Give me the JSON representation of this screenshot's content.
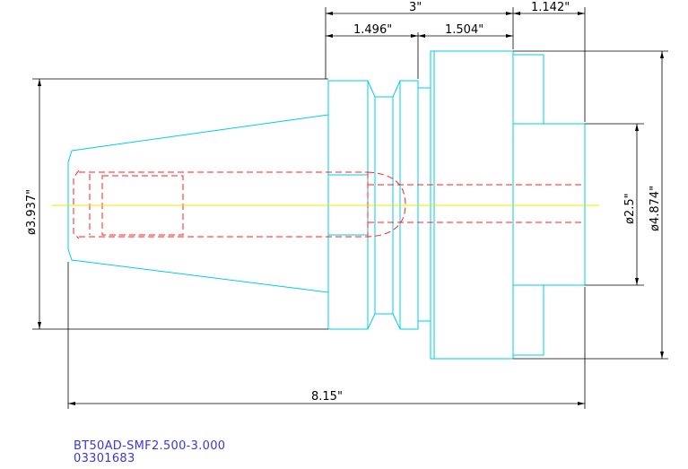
{
  "dimensions": {
    "overall_top": "3\"",
    "right_top": "1.142\"",
    "left_sub": "1.496\"",
    "right_sub": "1.504\"",
    "left_diameter": "ø3.937\"",
    "inner_diameter": "ø2.5\"",
    "outer_diameter": "ø4.874\"",
    "overall_length": "8.15\""
  },
  "caption": {
    "model": "BT50AD-SMF2.500-3.000",
    "part_number": "03301683"
  },
  "colors": {
    "outline": "#00cfe0",
    "hidden_lines": "#ff2020",
    "center_line": "#e8e800",
    "dimensions": "#000000",
    "caption": "#3a35e0"
  }
}
